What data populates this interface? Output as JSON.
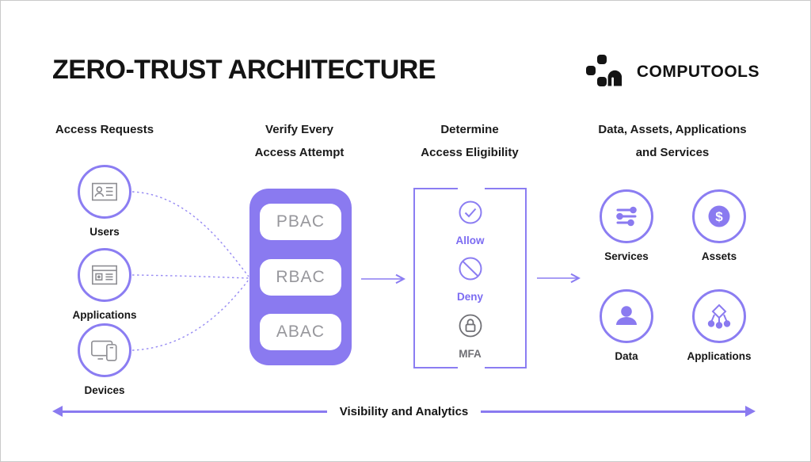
{
  "title": "ZERO-TRUST ARCHITECTURE",
  "logo": {
    "text": "COMPUTOOLS"
  },
  "colors": {
    "purple_fill": "#8a7af0",
    "purple_stroke": "#8b7df2",
    "icon_gray": "#8e8e93",
    "pill_text_gray": "#97979c",
    "label_purple": "#7c6cf2",
    "label_gray": "#6f6f74",
    "text_dark": "#161616"
  },
  "columns": [
    {
      "line1": "Access Requests",
      "line2": ""
    },
    {
      "line1": "Verify Every",
      "line2": "Access Attempt"
    },
    {
      "line1": "Determine",
      "line2": "Access Eligibility"
    },
    {
      "line1": "Data, Assets, Applications",
      "line2": "and Services"
    }
  ],
  "sources": [
    {
      "label": "Users",
      "icon": "id-card-icon"
    },
    {
      "label": "Applications",
      "icon": "browser-window-icon"
    },
    {
      "label": "Devices",
      "icon": "devices-icon"
    }
  ],
  "access_models": [
    "PBAC",
    "RBAC",
    "ABAC"
  ],
  "eligibility": [
    {
      "label": "Allow",
      "icon": "check-circle-icon"
    },
    {
      "label": "Deny",
      "icon": "deny-circle-icon"
    },
    {
      "label": "MFA",
      "icon": "lock-circle-icon"
    }
  ],
  "resources": [
    {
      "label": "Services",
      "icon": "sliders-icon"
    },
    {
      "label": "Assets",
      "icon": "dollar-circle-icon"
    },
    {
      "label": "Data",
      "icon": "person-icon"
    },
    {
      "label": "Applications",
      "icon": "hierarchy-icon"
    }
  ],
  "footer": {
    "label": "Visibility and Analytics"
  }
}
